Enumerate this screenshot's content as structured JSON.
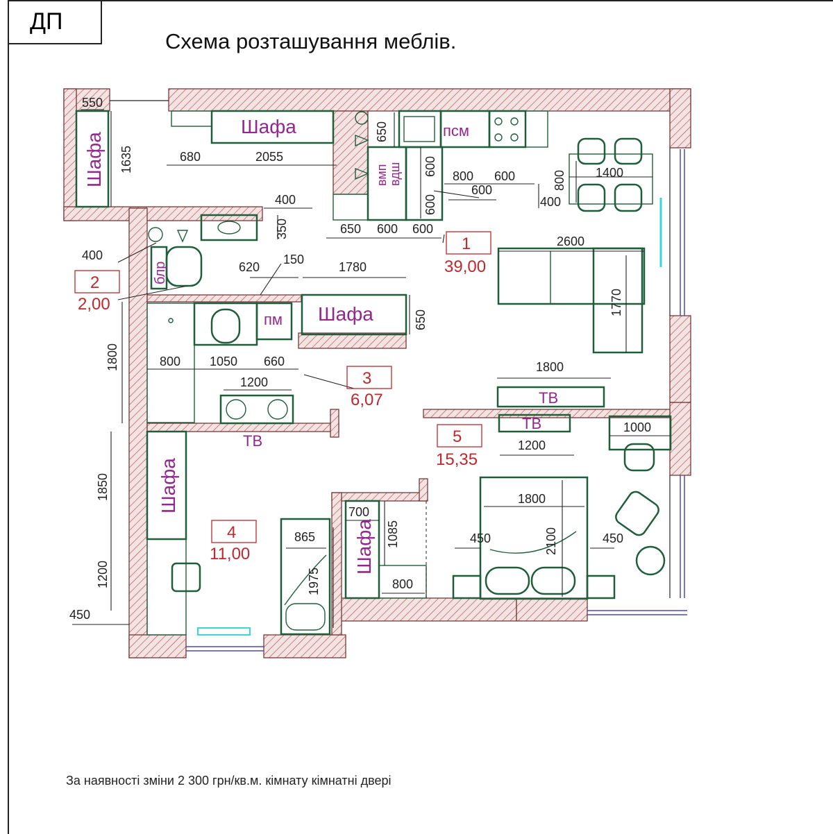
{
  "stamp": "ДП",
  "title": "Схема розташування меблів.",
  "footnote": "За наявності зміни 2 300 грн/кв.м. кімнату кімнатні двері",
  "colors": {
    "wall_hatch": "#b84b4b",
    "furniture": "#1f5e3a",
    "room_label": "#c1272d",
    "furniture_label": "#93278f",
    "window": "#4a4ab8",
    "mirror": "#3ad6e0"
  },
  "rooms": [
    {
      "number": "1",
      "area": "39,00"
    },
    {
      "number": "2",
      "area": "2,00"
    },
    {
      "number": "3",
      "area": "6,07"
    },
    {
      "number": "4",
      "area": "11,00"
    },
    {
      "number": "5",
      "area": "15,35"
    }
  ],
  "furniture_labels": {
    "wardrobe": "Шафа",
    "tv": "ТВ",
    "dishwasher": "псм",
    "washing_machine": "пм",
    "boiler": "блр",
    "hood": "вмп",
    "ventilation": "вдш"
  },
  "dimensions": {
    "d550": "550",
    "d1635": "1635",
    "d680": "680",
    "d2055": "2055",
    "d650_top": "650",
    "d600_a": "600",
    "d600_b": "600",
    "d800_k": "800",
    "d600_c": "600",
    "d600_d": "600",
    "d800_t": "800",
    "d1400": "1400",
    "d400_t": "400",
    "d400_a": "400",
    "d350": "350",
    "d650_b": "650",
    "d600_e": "600",
    "d600_f": "600",
    "d2600": "2600",
    "d400_b": "400",
    "d620": "620",
    "d150": "150",
    "d1780": "1780",
    "d650_w": "650",
    "d1770": "1770",
    "d1800_v": "1800",
    "d800_b": "800",
    "d1050": "1050",
    "d660": "660",
    "d1200_s": "1200",
    "d1800_tv": "1800",
    "d1200_tv": "1200",
    "d1000": "1000",
    "d1850": "1850",
    "d1800_bed": "1800",
    "d2100": "2100",
    "d450_l": "450",
    "d450_r": "450",
    "d700": "700",
    "d1085": "1085",
    "d865": "865",
    "d1975": "1975",
    "d800_w": "800",
    "d1200_l": "1200",
    "d450_bl": "450"
  }
}
